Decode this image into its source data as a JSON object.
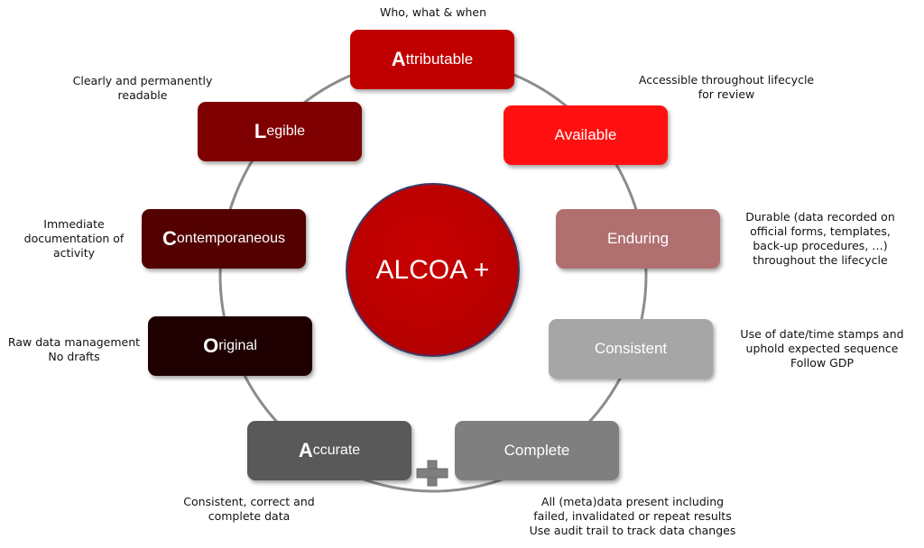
{
  "center": {
    "label": "ALCOA +"
  },
  "principles": [
    {
      "id": "attributable",
      "first": "A",
      "rest": "ttributable",
      "color": "#c00000",
      "note": [
        "Who, what & when"
      ]
    },
    {
      "id": "available",
      "first": "",
      "rest": "Available",
      "color": "#ff1010",
      "note": [
        "Accessible throughout lifecycle",
        "for review"
      ]
    },
    {
      "id": "enduring",
      "first": "",
      "rest": "Enduring",
      "color": "#b07070",
      "note": [
        "Durable (data recorded on",
        "official forms, templates,",
        "back-up procedures, …)",
        "throughout the lifecycle"
      ]
    },
    {
      "id": "consistent",
      "first": "",
      "rest": "Consistent",
      "color": "#a6a6a6",
      "note": [
        "Use of date/time stamps and",
        "uphold expected sequence",
        "Follow GDP"
      ]
    },
    {
      "id": "complete",
      "first": "",
      "rest": "Complete",
      "color": "#7f7f7f",
      "note": [
        "All (meta)data present including",
        "failed, invalidated or repeat results",
        "Use audit trail to track data changes"
      ]
    },
    {
      "id": "accurate",
      "first": "A",
      "rest": "ccurate",
      "color": "#595959",
      "note": [
        "Consistent, correct and",
        "complete data"
      ]
    },
    {
      "id": "original",
      "first": "O",
      "rest": "riginal",
      "color": "#1e0000",
      "note": [
        "Raw data management",
        "No drafts"
      ]
    },
    {
      "id": "contemporaneous",
      "first": "C",
      "rest": "ontemporaneous",
      "color": "#520000",
      "note": [
        "Immediate",
        "documentation of",
        "activity"
      ]
    },
    {
      "id": "legible",
      "first": "L",
      "rest": "egible",
      "color": "#7f0000",
      "note": [
        "Clearly and permanently",
        "readable"
      ]
    }
  ],
  "colors": {
    "ring": "#8c8c8c",
    "plus": "#7f7f7f"
  },
  "icons": {
    "plus": "plus-icon"
  }
}
